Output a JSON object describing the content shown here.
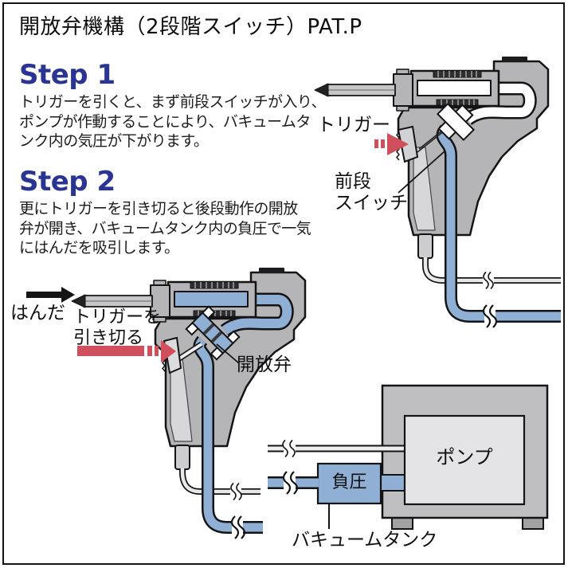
{
  "title": "開放弁機構（2段階スイッチ）PAT.P",
  "steps": [
    {
      "heading": "Step 1",
      "body": "トリガーを引くと、まず前段スイッチが入り、\nポンプが作動することにより、バキュームタ\nンク内の気圧が下がります。"
    },
    {
      "heading": "Step 2",
      "body": "更にトリガーを引き切ると後段動作の開放\n弁が開き、バキュームタンク内の負圧で一気\nにはんだを吸引します。"
    }
  ],
  "labels": {
    "trigger": "トリガー",
    "front_switch": "前段\nスイッチ",
    "solder": "はんだ",
    "pull_trigger": "トリガーを\n引き切る",
    "release_valve": "開放弁",
    "pump": "ポンプ",
    "negative_pressure": "負圧",
    "vacuum_tank": "バキュームタンク"
  },
  "colors": {
    "heading_navy": "#2a3492",
    "arrow_red": "#cf4f5c",
    "vacuum_blue": "#8fb0d4",
    "gun_gray": "#b5b5b7",
    "pump_gray": "#e4e4e6",
    "outline_black": "#141414"
  }
}
